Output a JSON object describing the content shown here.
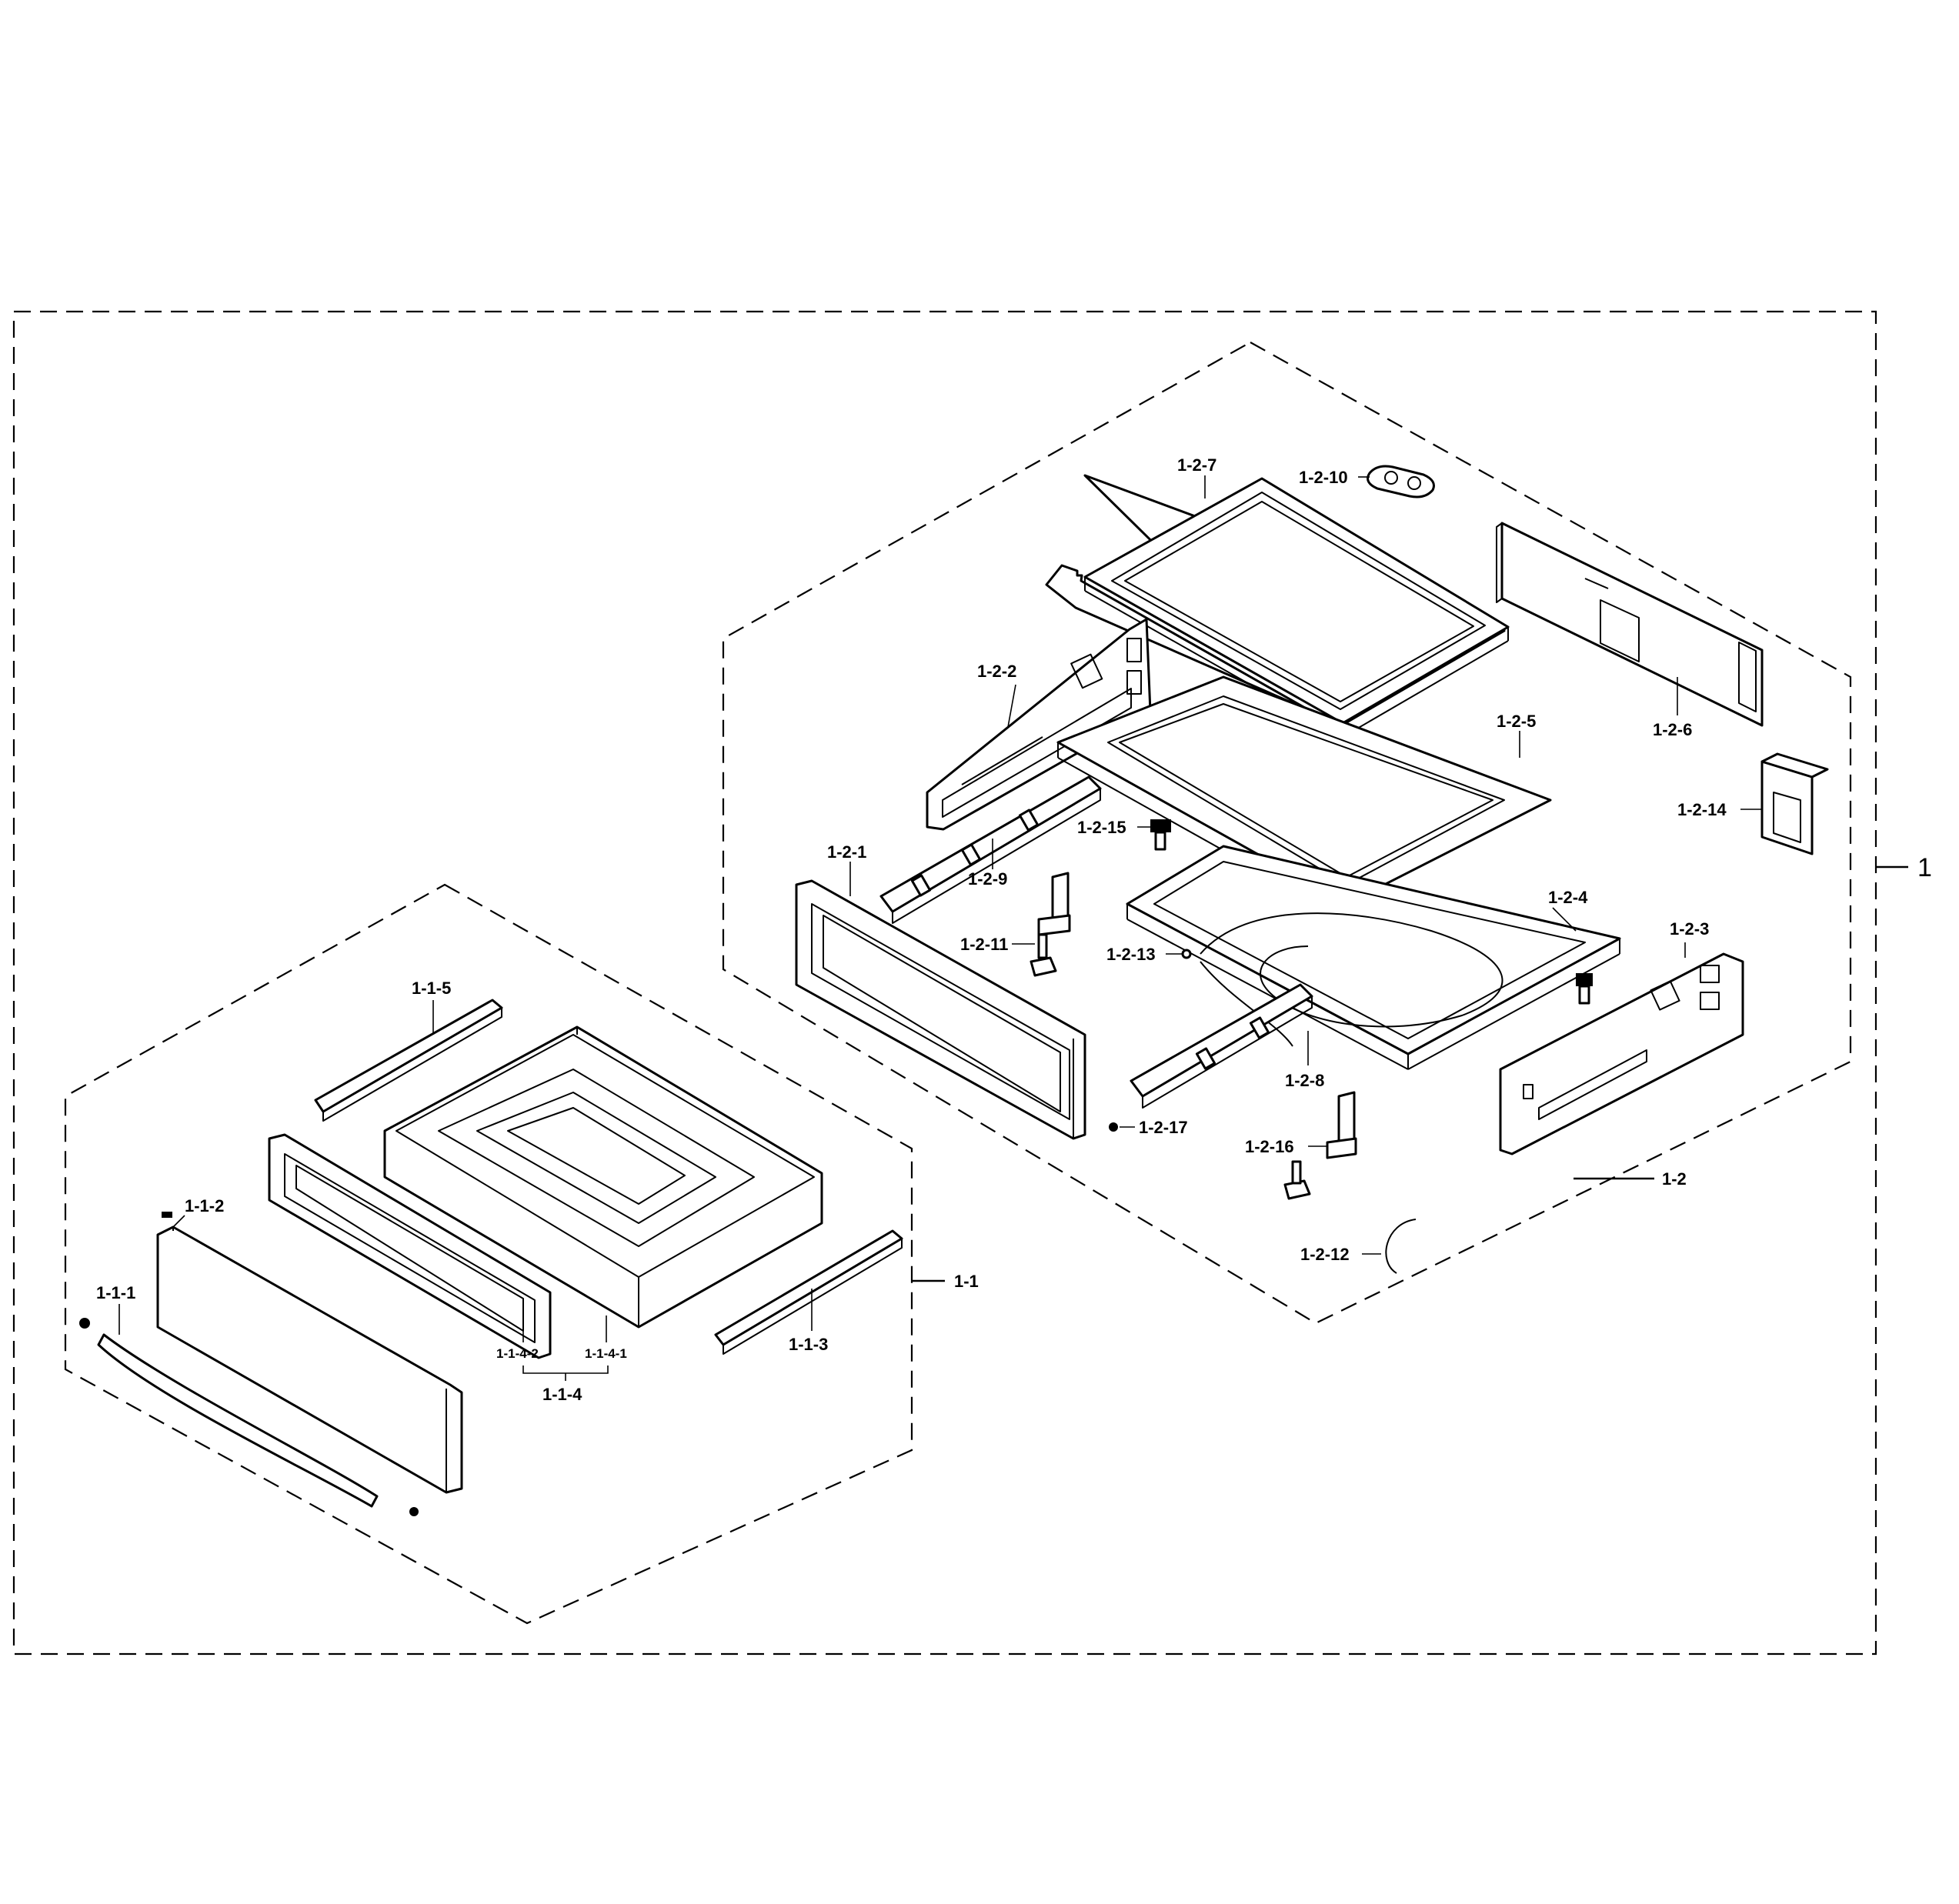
{
  "assembly_label": "1",
  "group_1_1": {
    "label": "1-1",
    "parts": {
      "p1_1_1": "1-1-1",
      "p1_1_2": "1-1-2",
      "p1_1_3": "1-1-3",
      "p1_1_4": "1-1-4",
      "p1_1_4_1": "1-1-4-1",
      "p1_1_4_2": "1-1-4-2",
      "p1_1_5": "1-1-5"
    }
  },
  "group_1_2": {
    "label": "1-2",
    "parts": {
      "p1_2_1": "1-2-1",
      "p1_2_2": "1-2-2",
      "p1_2_3": "1-2-3",
      "p1_2_4": "1-2-4",
      "p1_2_5": "1-2-5",
      "p1_2_6": "1-2-6",
      "p1_2_7": "1-2-7",
      "p1_2_8": "1-2-8",
      "p1_2_9": "1-2-9",
      "p1_2_10": "1-2-10",
      "p1_2_11": "1-2-11",
      "p1_2_12": "1-2-12",
      "p1_2_13": "1-2-13",
      "p1_2_14": "1-2-14",
      "p1_2_15": "1-2-15",
      "p1_2_16": "1-2-16",
      "p1_2_17": "1-2-17"
    }
  }
}
